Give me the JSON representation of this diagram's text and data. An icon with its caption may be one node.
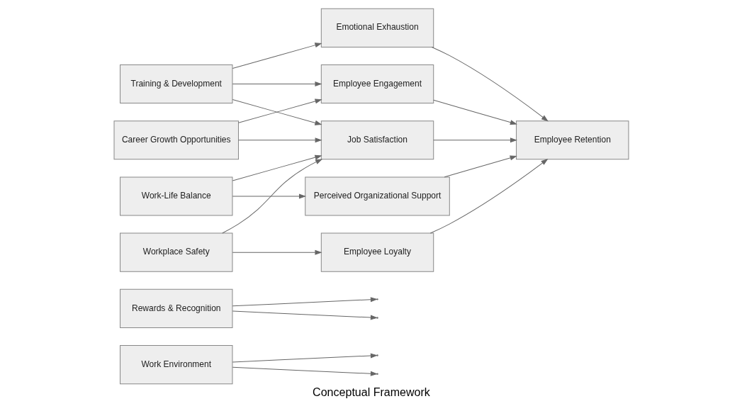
{
  "diagram": {
    "caption": "Conceptual Framework",
    "nodes": [
      {
        "text": [
          "Work Environment"
        ]
      },
      {
        "text": [
          "Rewards & Recognition"
        ]
      },
      {
        "text": [
          "Training & Development"
        ]
      },
      {
        "text": [
          "Career Growth Opportunities"
        ]
      },
      {
        "text": [
          "Work-Life Balance"
        ]
      },
      {
        "text": [
          "Workplace Safety"
        ]
      },
      {
        "text": [
          "Emotional Exhaustion"
        ]
      },
      {
        "text": [
          "Employee Engagement"
        ]
      },
      {
        "text": [
          "Perceived Organizational Support"
        ]
      },
      {
        "text": [
          "Job Satisfaction"
        ]
      },
      {
        "text": [
          "Employee Loyalty"
        ]
      },
      {
        "text": [
          "Employee Retention"
        ]
      }
    ],
    "edges": [
      {
        "from": 0,
        "to": null,
        "arrow": "to"
      },
      {
        "from": 0,
        "to": null,
        "arrow": "to"
      },
      {
        "from": 1,
        "to": null,
        "arrow": "to"
      },
      {
        "from": 1,
        "to": null,
        "arrow": "to"
      },
      {
        "from": 2,
        "to": 6,
        "arrow": "to"
      },
      {
        "from": 2,
        "to": 7,
        "arrow": "to"
      },
      {
        "from": 2,
        "to": 9,
        "arrow": "to"
      },
      {
        "from": 3,
        "to": 7,
        "arrow": "to"
      },
      {
        "from": 3,
        "to": 9,
        "arrow": "to"
      },
      {
        "from": 4,
        "to": 8,
        "arrow": "to"
      },
      {
        "from": 4,
        "to": 9,
        "arrow": "to"
      },
      {
        "from": 5,
        "to": 9,
        "arrow": "to"
      },
      {
        "from": 5,
        "to": 10,
        "arrow": "to"
      },
      {
        "from": 6,
        "to": 11,
        "arrow": "to"
      },
      {
        "from": 7,
        "to": 11,
        "arrow": "to"
      },
      {
        "from": 8,
        "to": 11,
        "arrow": "to"
      },
      {
        "from": 9,
        "to": 11,
        "arrow": "to"
      },
      {
        "from": 10,
        "to": 11,
        "arrow": "to"
      }
    ]
  }
}
